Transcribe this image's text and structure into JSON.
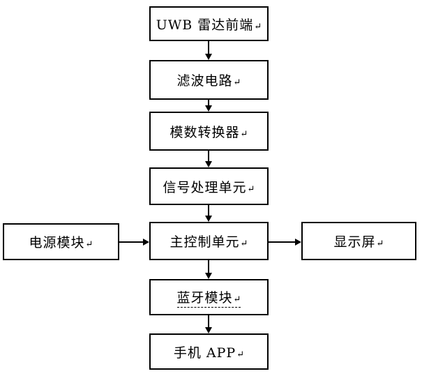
{
  "diagram": {
    "return_mark": "↵",
    "nodes": {
      "uwb": {
        "label": "UWB 雷达前端"
      },
      "filter": {
        "label": "滤波电路"
      },
      "adc": {
        "label": "模数转换器"
      },
      "signal": {
        "label": "信号处理单元"
      },
      "main": {
        "label": "主控制单元"
      },
      "power": {
        "label": "电源模块"
      },
      "display": {
        "label": "显示屏"
      },
      "bluetooth": {
        "label": "蓝牙模块"
      },
      "app": {
        "label": "手机 APP"
      }
    },
    "edges": [
      {
        "from": "uwb",
        "to": "filter",
        "direction": "down"
      },
      {
        "from": "filter",
        "to": "adc",
        "direction": "down"
      },
      {
        "from": "adc",
        "to": "signal",
        "direction": "down"
      },
      {
        "from": "signal",
        "to": "main",
        "direction": "down"
      },
      {
        "from": "power",
        "to": "main",
        "direction": "right"
      },
      {
        "from": "main",
        "to": "display",
        "direction": "right"
      },
      {
        "from": "main",
        "to": "bluetooth",
        "direction": "down"
      },
      {
        "from": "bluetooth",
        "to": "app",
        "direction": "down"
      }
    ],
    "styles": {
      "border_color": "#000000",
      "background_color": "#ffffff",
      "text_color": "#000000",
      "bluetooth_underline": "dashed"
    }
  }
}
